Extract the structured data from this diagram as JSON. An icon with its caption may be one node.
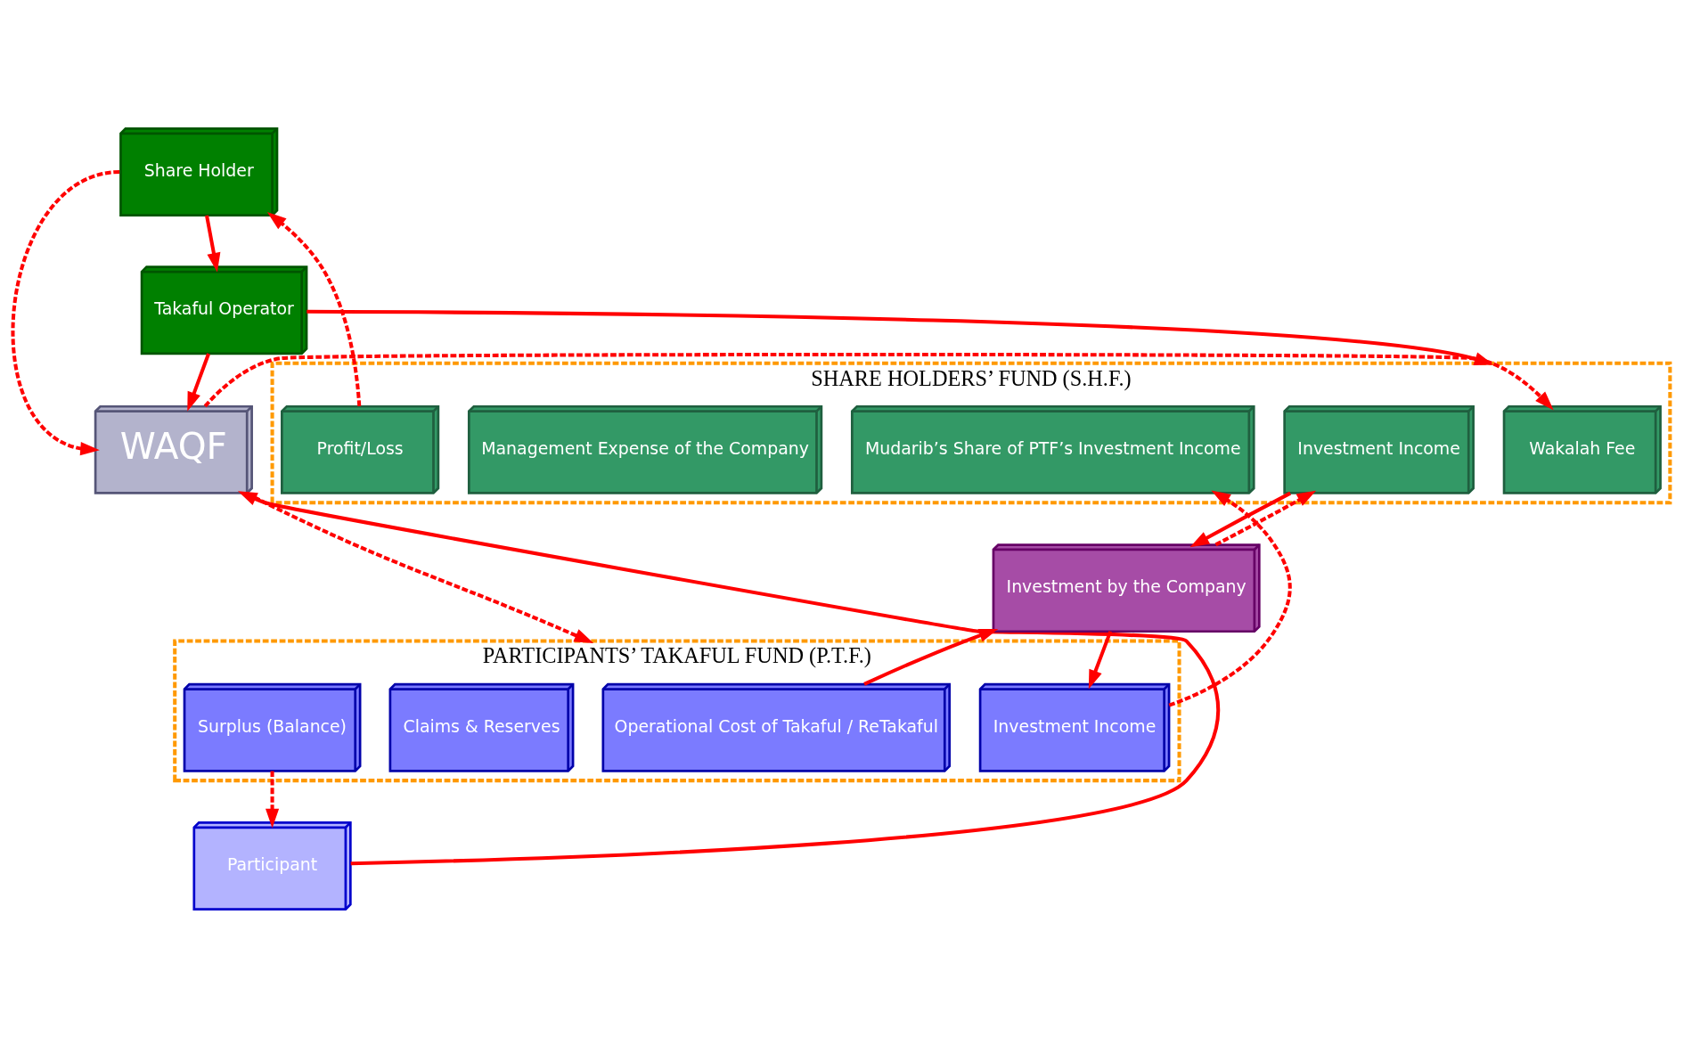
{
  "diagram": {
    "nodes": [
      {
        "text": [
          "Share Holder"
        ]
      },
      {
        "text": [
          "Takaful Operator"
        ]
      },
      {
        "text": [
          "WAQF"
        ]
      },
      {
        "text": [
          "Participant"
        ]
      },
      {
        "text": [
          "SHARE HOLDERS’ FUND (S.H.F.)"
        ]
      },
      {
        "text": [
          "Wakalah Fee"
        ],
        "in": 4
      },
      {
        "text": [
          "Investment Income"
        ],
        "in": 4
      },
      {
        "text": [
          "Mudarib’s Share of PTF’s Investment Income"
        ],
        "in": 4
      },
      {
        "text": [
          "Management Expense of the Company"
        ],
        "in": 4
      },
      {
        "text": [
          "Profit/Loss"
        ],
        "in": 4
      },
      {
        "text": [
          "Investment by the Company"
        ]
      },
      {
        "text": [
          "PARTICIPANTS’ TAKAFUL FUND (P.T.F.)"
        ]
      },
      {
        "text": [
          "Operational Cost of Takaful / ReTakaful"
        ],
        "in": 11
      },
      {
        "text": [
          "Investment Income"
        ],
        "in": 11
      },
      {
        "text": [
          "Claims & Reserves"
        ],
        "in": 11
      },
      {
        "text": [
          "Surplus (Balance)"
        ],
        "in": 11
      }
    ],
    "edges": [
      {
        "from": 9,
        "to": 0,
        "arrow": "to",
        "style": "dashed"
      },
      {
        "from": 0,
        "to": 1,
        "arrow": "to"
      },
      {
        "from": 0,
        "to": 2,
        "arrow": "to",
        "style": "dashed"
      },
      {
        "from": 1,
        "to": 4,
        "arrow": "to"
      },
      {
        "from": 1,
        "to": 2,
        "arrow": "to"
      },
      {
        "from": 2,
        "to": 5,
        "arrow": "to",
        "style": "dashed"
      },
      {
        "from": 2,
        "to": 11,
        "arrow": "to",
        "style": "dashed"
      },
      {
        "from": 3,
        "to": 2,
        "arrow": "to"
      },
      {
        "from": 6,
        "to": 10,
        "arrow": "to"
      },
      {
        "from": 10,
        "to": 6,
        "arrow": "to",
        "style": "dashed"
      },
      {
        "from": 12,
        "to": 10,
        "arrow": "to"
      },
      {
        "from": 10,
        "to": 13,
        "arrow": "to"
      },
      {
        "from": 13,
        "to": 7,
        "arrow": "to",
        "style": "dashed"
      },
      {
        "from": 15,
        "to": 3,
        "arrow": "to",
        "style": "dashed"
      }
    ]
  }
}
